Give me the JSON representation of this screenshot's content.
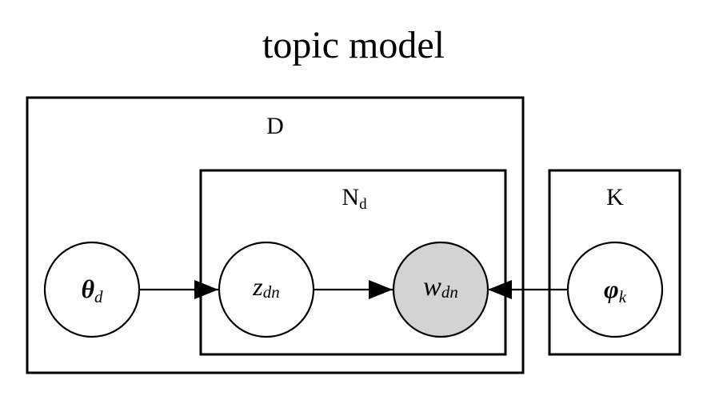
{
  "title": "topic model",
  "plates": {
    "documents": {
      "label": "D"
    },
    "words": {
      "label": "N",
      "label_sub": "d"
    },
    "topics": {
      "label": "K"
    }
  },
  "nodes": {
    "theta": {
      "symbol": "θ",
      "sub": "d",
      "observed": false
    },
    "z": {
      "symbol": "z",
      "sub": "dn",
      "observed": false
    },
    "w": {
      "symbol": "w",
      "sub": "dn",
      "observed": true
    },
    "phi": {
      "symbol": "φ",
      "sub": "k",
      "observed": false
    }
  },
  "edges": [
    {
      "from": "theta",
      "to": "z"
    },
    {
      "from": "z",
      "to": "w"
    },
    {
      "from": "phi",
      "to": "w"
    }
  ],
  "colors": {
    "stroke": "#000000",
    "node_fill": "#ffffff",
    "observed_fill": "#d3d3d3",
    "background": "#ffffff"
  }
}
